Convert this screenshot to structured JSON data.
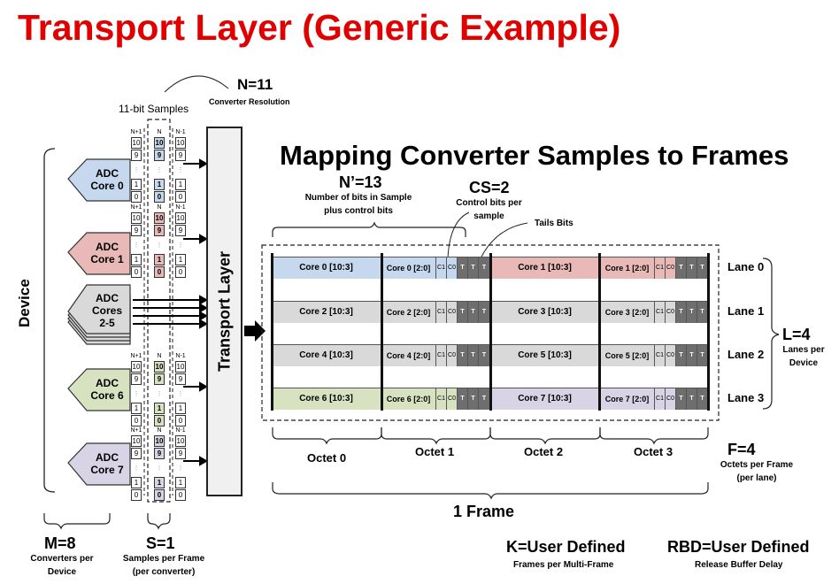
{
  "title": "Transport Layer (Generic Example)",
  "subtitle": "Mapping Converter Samples to Frames",
  "colors": {
    "title": "#e00000",
    "core0": "#c5d8ee",
    "core1": "#e8b9b6",
    "gray": "#d9d9d9",
    "core6": "#d7e3c0",
    "core7": "#d9d3e6",
    "tail": "#6e6e6e"
  },
  "params": {
    "n": {
      "label": "N=11",
      "desc": "Converter Resolution"
    },
    "samples_label": "11-bit Samples",
    "n_prime": {
      "label": "N’=13",
      "desc1": "Number of bits in Sample",
      "desc2": "plus control bits"
    },
    "cs": {
      "label": "CS=2",
      "desc1": "Control bits per",
      "desc2": "sample"
    },
    "tails": "Tails Bits",
    "l": {
      "label": "L=4",
      "desc1": "Lanes per",
      "desc2": "Device"
    },
    "f": {
      "label": "F=4",
      "desc1": "Octets per Frame",
      "desc2": "(per lane)"
    },
    "m": {
      "label": "M=8",
      "desc1": "Converters per",
      "desc2": "Device"
    },
    "s": {
      "label": "S=1",
      "desc1": "Samples per Frame",
      "desc2": "(per converter)"
    },
    "k": {
      "label": "K=User Defined",
      "desc": "Frames per Multi-Frame"
    },
    "rbd": {
      "label": "RBD=User Defined",
      "desc": "Release Buffer Delay"
    },
    "frame": "1 Frame"
  },
  "device_label": "Device",
  "transport_layer": "Transport Layer",
  "sample_headers": [
    "N+1",
    "N",
    "N-1"
  ],
  "bit_labels": [
    "10",
    "9",
    "1",
    "0"
  ],
  "adcs": [
    {
      "line1": "ADC",
      "line2": "Core 0",
      "color": "#c5d8ee"
    },
    {
      "line1": "ADC",
      "line2": "Core 1",
      "color": "#e8b9b6"
    },
    {
      "line1": "ADC",
      "line2": "Cores",
      "line3": "2-5",
      "color": "#d9d9d9"
    },
    {
      "line1": "ADC",
      "line2": "Core 6",
      "color": "#d7e3c0"
    },
    {
      "line1": "ADC",
      "line2": "Core 7",
      "color": "#d9d3e6"
    }
  ],
  "lanes": [
    {
      "label": "Lane 0",
      "a_hi": "Core 0 [10:3]",
      "a_lo": "Core 0 [2:0]",
      "b_hi": "Core 1 [10:3]",
      "b_lo": "Core 1 [2:0]",
      "ca": "#c5d8ee",
      "cb": "#e8b9b6"
    },
    {
      "label": "Lane 1",
      "a_hi": "Core 2 [10:3]",
      "a_lo": "Core 2 [2:0]",
      "b_hi": "Core 3 [10:3]",
      "b_lo": "Core 3 [2:0]",
      "ca": "#d9d9d9",
      "cb": "#d9d9d9"
    },
    {
      "label": "Lane 2",
      "a_hi": "Core 4 [10:3]",
      "a_lo": "Core 4 [2:0]",
      "b_hi": "Core 5 [10:3]",
      "b_lo": "Core 5 [2:0]",
      "ca": "#d9d9d9",
      "cb": "#d9d9d9"
    },
    {
      "label": "Lane 3",
      "a_hi": "Core 6 [10:3]",
      "a_lo": "Core 6 [2:0]",
      "b_hi": "Core 7 [10:3]",
      "b_lo": "Core 7 [2:0]",
      "ca": "#d7e3c0",
      "cb": "#d9d3e6"
    }
  ],
  "control_bits": [
    "C1",
    "C0"
  ],
  "tail_bit": "T",
  "octets": [
    "Octet 0",
    "Octet 1",
    "Octet 2",
    "Octet 3"
  ]
}
